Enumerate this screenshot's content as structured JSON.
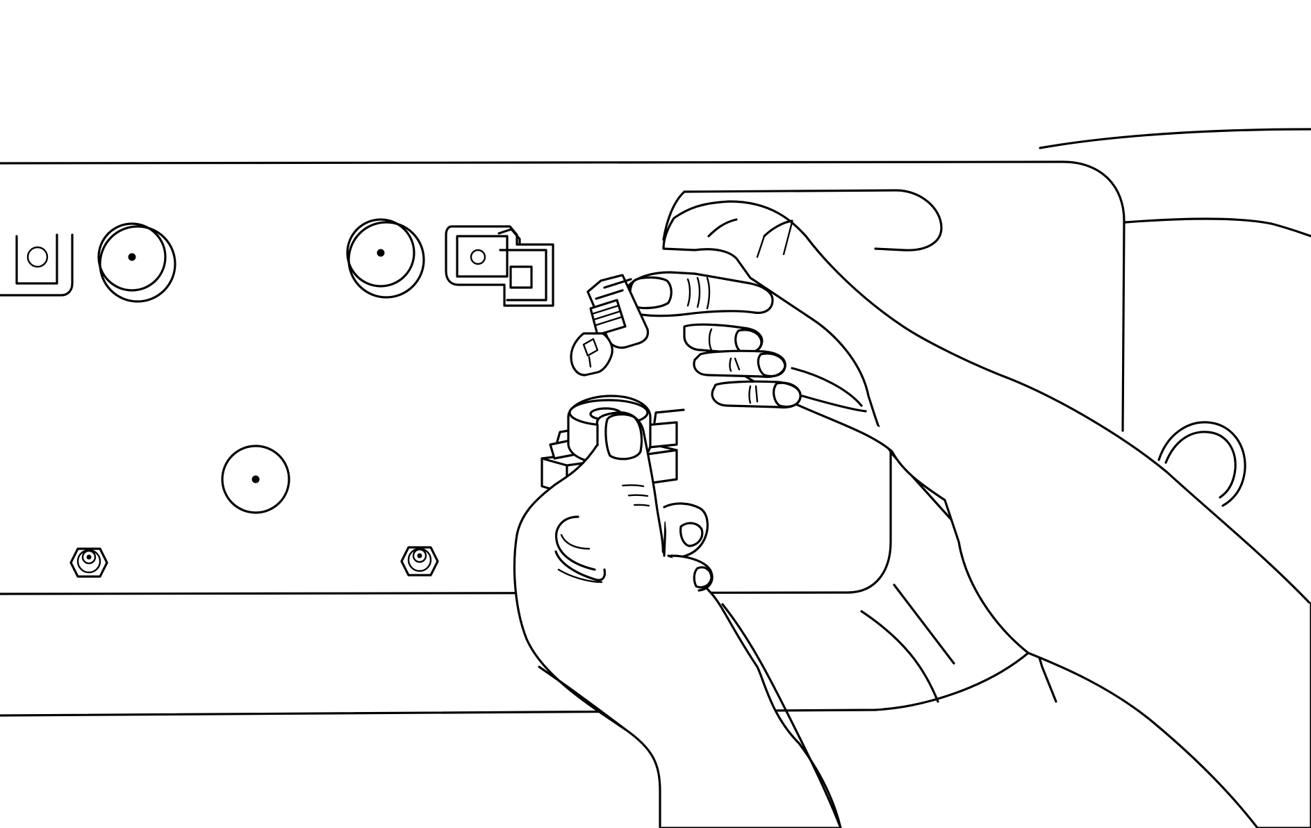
{
  "figure": {
    "kind": "line-art technical illustration",
    "stroke_color": "#000000",
    "background_color": "#ffffff",
    "depicts": [
      "rear-lamp-panel",
      "bulb-socket",
      "bulb",
      "left-hand",
      "right-hand"
    ]
  }
}
